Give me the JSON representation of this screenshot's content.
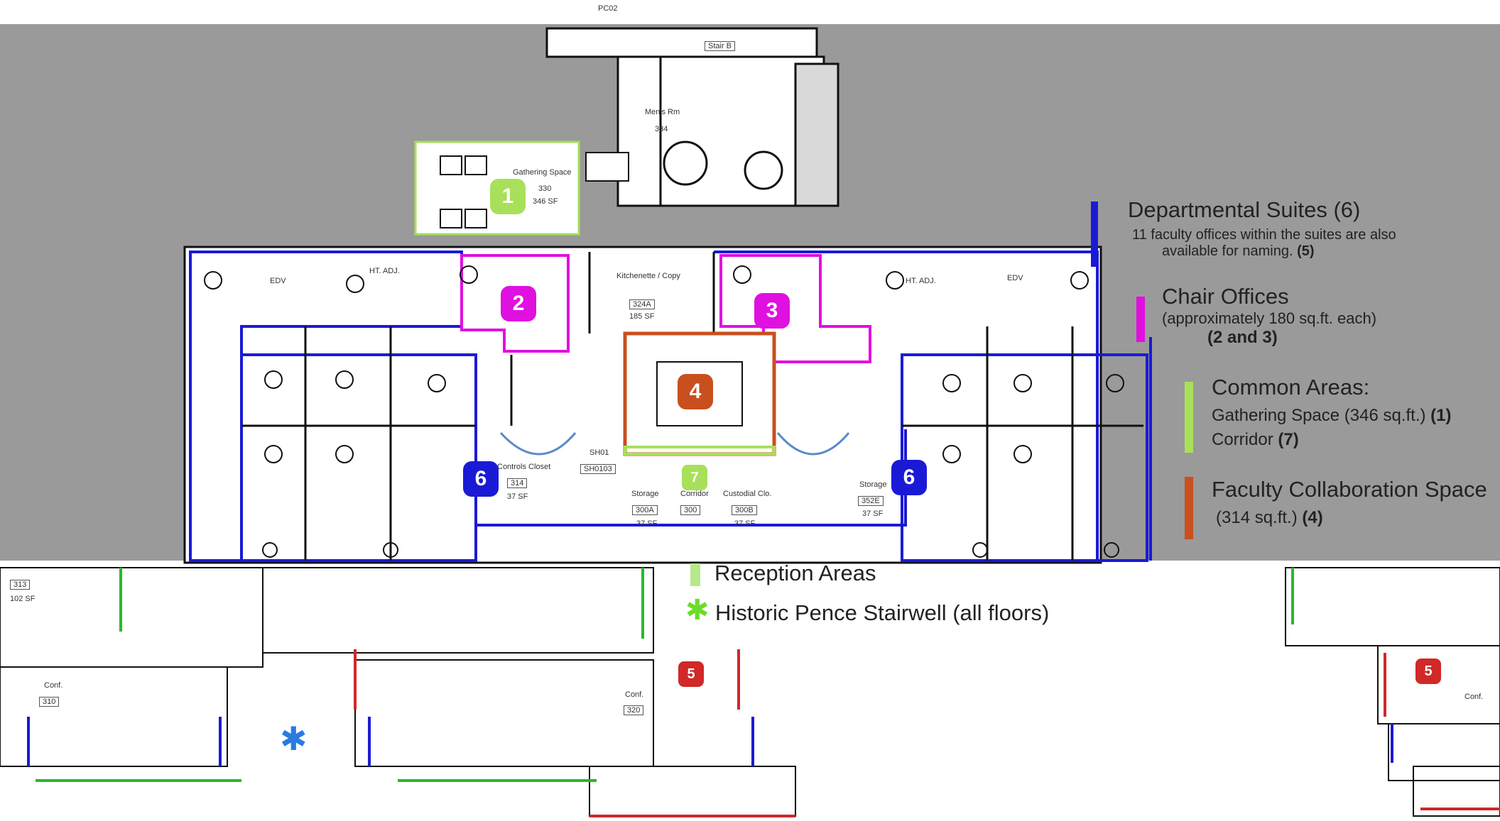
{
  "top_label": "PC02",
  "stair_label": "Stair B",
  "mens_room": "Men's Rm",
  "mens_room_number": "334",
  "gathering": {
    "name": "Gathering Space",
    "number": "330",
    "area": "346 SF"
  },
  "kitchen": {
    "name": "Kitchenette / Copy",
    "number": "324A",
    "area": "185 SF"
  },
  "shaft": {
    "name": "SH01",
    "number": "SH0103"
  },
  "controls_closet": {
    "name": "Controls Closet",
    "number": "314",
    "area": "37 SF"
  },
  "storage_a": {
    "name": "Storage",
    "number": "300A",
    "area": "37 SF"
  },
  "corridor": {
    "name": "Corridor",
    "number": "300"
  },
  "custodial": {
    "name": "Custodial Clo.",
    "number": "300B",
    "area": "37 SF"
  },
  "storage_b": {
    "name": "Storage",
    "number": "352E",
    "area": "37 SF"
  },
  "ht_adj_label": "HT. ADJ.",
  "edv_label": "EDV",
  "left_room": {
    "number": "313",
    "area": "102 SF"
  },
  "conf_left": {
    "name": "Conf.",
    "number": "310"
  },
  "conf_mid": {
    "name": "Conf.",
    "number": "320"
  },
  "conf_right": {
    "name": "Conf."
  },
  "legend": {
    "department_suites": {
      "title": "Departmental Suites (6)",
      "sub1": "11 faculty offices within the suites are also",
      "sub2_pre": "available for naming.",
      "sub2_bold": "(5)"
    },
    "chair_offices": {
      "title": "Chair Offices",
      "sub1": "(approximately 180 sq.ft. each)",
      "sub2_bold": "(2 and 3)"
    },
    "common_areas": {
      "title": "Common Areas:",
      "gathering_pre": "Gathering Space (346 sq.ft.)",
      "gathering_bold": "(1)",
      "corridor_pre": "Corridor",
      "corridor_bold": "(7)"
    },
    "faculty_collab": {
      "title": "Faculty Collaboration Space",
      "sub_pre": "(314 sq.ft.)",
      "sub_bold": "(4)"
    },
    "reception": {
      "title": "Reception Areas"
    },
    "stairwell": {
      "title": "Historic Pence Stairwell (all floors)",
      "icon": "star-icon"
    }
  },
  "badges": {
    "b1": "1",
    "b2": "2",
    "b3": "3",
    "b4": "4",
    "b5_left": "5",
    "b5_right": "5",
    "b6_left": "6",
    "b6_right": "6",
    "b7": "7"
  },
  "colors": {
    "suite_blue": "#1a1ad6",
    "chair_magenta": "#e010e0",
    "common_green": "#a8e05a",
    "collab_orange": "#c8501e",
    "reception_green": "#b7e88c",
    "badge_red": "#d12828",
    "star_green": "#6bdc2a",
    "star_blue": "#2a7be0"
  }
}
